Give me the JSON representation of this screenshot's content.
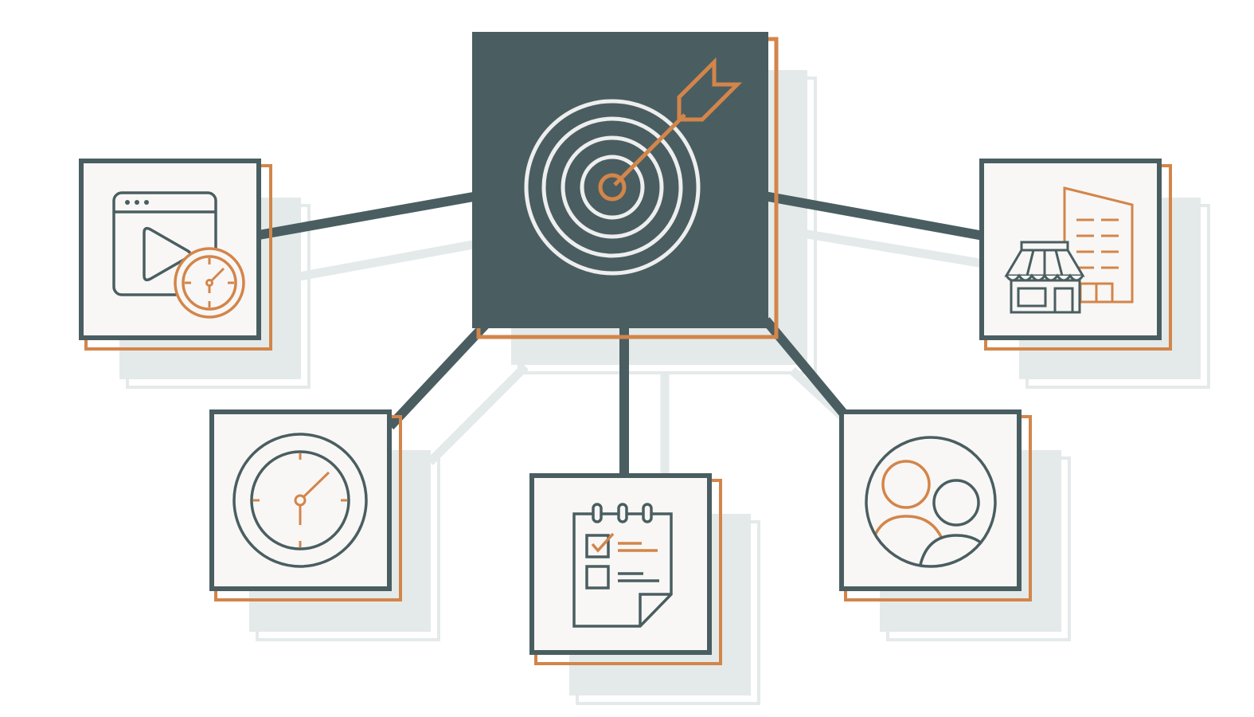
{
  "colors": {
    "background": "#ffffff",
    "slate": "#4a5e61",
    "orange": "#d3854a",
    "shadow": "#e4eae9",
    "shadow_outline": "#e4eae9",
    "card_fill": "#f8f7f5",
    "hub_ring": "#eeeeee"
  },
  "hub": {
    "icon": "target-with-arrow-icon"
  },
  "nodes": [
    {
      "name": "video-time-node",
      "icon": "video-player-with-clock-icon"
    },
    {
      "name": "clock-node",
      "icon": "clock-icon"
    },
    {
      "name": "checklist-node",
      "icon": "checklist-notepad-icon"
    },
    {
      "name": "audience-node",
      "icon": "people-group-icon"
    },
    {
      "name": "storefront-node",
      "icon": "store-and-building-icon"
    }
  ]
}
